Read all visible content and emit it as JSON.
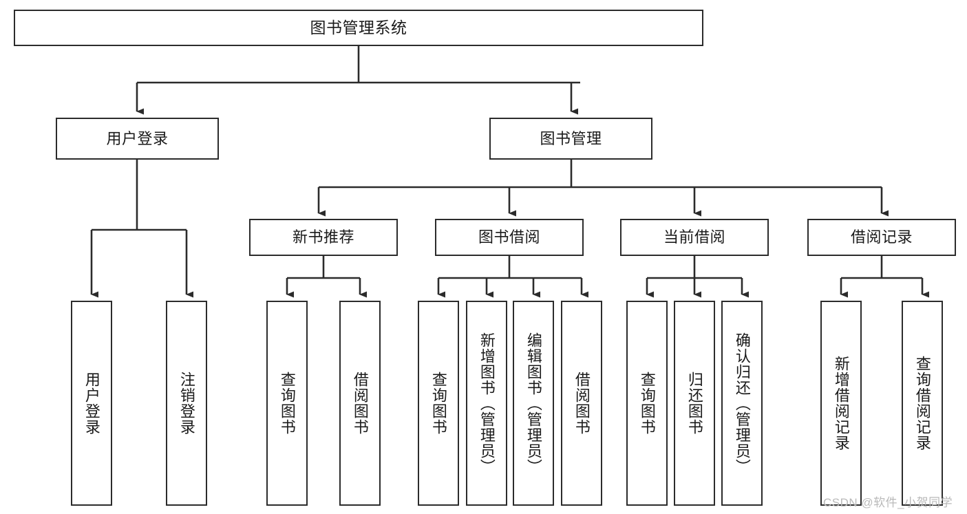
{
  "diagram": {
    "title": "图书管理系统",
    "type": "tree-hierarchy-chart",
    "watermark": "CSDN @软件_小贺同学",
    "colors": {
      "stroke": "#2b2b2b",
      "fill": "#ffffff",
      "text": "#1a1a1a",
      "watermark": "#b9b9b9"
    },
    "levels": {
      "root": "图书管理系统",
      "level2": [
        "用户登录",
        "图书管理"
      ],
      "level3": [
        "新书推荐",
        "图书借阅",
        "当前借阅",
        "借阅记录"
      ]
    },
    "nodes": {
      "root": {
        "label": "图书管理系统"
      },
      "user_login": {
        "label": "用户登录"
      },
      "book_manage": {
        "label": "图书管理"
      },
      "new_book_rec": {
        "label": "新书推荐"
      },
      "book_borrow": {
        "label": "图书借阅"
      },
      "current_borrow": {
        "label": "当前借阅"
      },
      "borrow_record": {
        "label": "借阅记录"
      },
      "leaf_user_login": {
        "label": "用户登录"
      },
      "leaf_logout": {
        "label": "注销登录"
      },
      "leaf_query_book_1": {
        "label": "查询图书"
      },
      "leaf_borrow_book_1": {
        "label": "借阅图书"
      },
      "leaf_query_book_2": {
        "label": "查询图书"
      },
      "leaf_add_book": {
        "label": "新增图书（管理员）"
      },
      "leaf_edit_book": {
        "label": "编辑图书（管理员）"
      },
      "leaf_borrow_book_2": {
        "label": "借阅图书"
      },
      "leaf_query_book_3": {
        "label": "查询图书"
      },
      "leaf_return_book": {
        "label": "归还图书"
      },
      "leaf_confirm_return": {
        "label": "确认归还（管理员）"
      },
      "leaf_add_record": {
        "label": "新增借阅记录"
      },
      "leaf_query_record": {
        "label": "查询借阅记录"
      }
    },
    "edges": [
      {
        "from": "root",
        "to": "user_login"
      },
      {
        "from": "root",
        "to": "book_manage"
      },
      {
        "from": "user_login",
        "to": "leaf_user_login"
      },
      {
        "from": "user_login",
        "to": "leaf_logout"
      },
      {
        "from": "book_manage",
        "to": "new_book_rec"
      },
      {
        "from": "book_manage",
        "to": "book_borrow"
      },
      {
        "from": "book_manage",
        "to": "current_borrow"
      },
      {
        "from": "book_manage",
        "to": "borrow_record"
      },
      {
        "from": "new_book_rec",
        "to": "leaf_query_book_1"
      },
      {
        "from": "new_book_rec",
        "to": "leaf_borrow_book_1"
      },
      {
        "from": "book_borrow",
        "to": "leaf_query_book_2"
      },
      {
        "from": "book_borrow",
        "to": "leaf_add_book"
      },
      {
        "from": "book_borrow",
        "to": "leaf_edit_book"
      },
      {
        "from": "book_borrow",
        "to": "leaf_borrow_book_2"
      },
      {
        "from": "current_borrow",
        "to": "leaf_query_book_3"
      },
      {
        "from": "current_borrow",
        "to": "leaf_return_book"
      },
      {
        "from": "current_borrow",
        "to": "leaf_confirm_return"
      },
      {
        "from": "borrow_record",
        "to": "leaf_add_record"
      },
      {
        "from": "borrow_record",
        "to": "leaf_query_record"
      }
    ]
  }
}
